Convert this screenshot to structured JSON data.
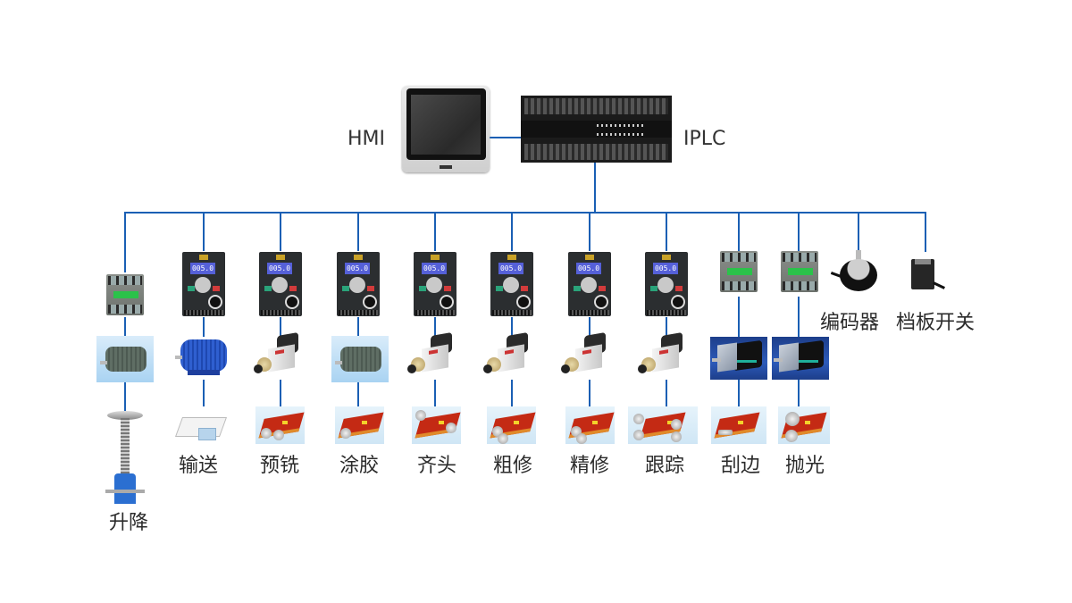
{
  "diagram": {
    "controllers": {
      "hmi_label": "HMI",
      "plc_label": "IPLC"
    },
    "vfd_display": "005.0",
    "drive_branches": [
      {
        "driver": "contactor",
        "actuator": "ac-motor-gray",
        "process": "lift-jack",
        "label": "升降"
      },
      {
        "driver": "inverter",
        "actuator": "ac-motor-blue",
        "process": "conveyor",
        "label": "输送"
      },
      {
        "driver": "inverter",
        "actuator": "spindle-motor",
        "process": "pre-milling",
        "label": "预铣"
      },
      {
        "driver": "inverter",
        "actuator": "ac-motor-gray",
        "process": "gluing",
        "label": "涂胶"
      },
      {
        "driver": "inverter",
        "actuator": "spindle-motor",
        "process": "end-trimming",
        "label": "齐头"
      },
      {
        "driver": "inverter",
        "actuator": "spindle-motor",
        "process": "rough-trimming",
        "label": "粗修"
      },
      {
        "driver": "inverter",
        "actuator": "spindle-motor",
        "process": "fine-trimming",
        "label": "精修"
      },
      {
        "driver": "inverter",
        "actuator": "spindle-motor",
        "process": "corner-rounding",
        "label": "跟踪"
      },
      {
        "driver": "contactor",
        "actuator": "servo-motor",
        "process": "scraping",
        "label": "刮边"
      },
      {
        "driver": "contactor",
        "actuator": "servo-motor",
        "process": "polishing",
        "label": "抛光"
      }
    ],
    "sensors": [
      {
        "type": "encoder",
        "label": "编码器"
      },
      {
        "type": "photo-switch",
        "label": "档板开关"
      }
    ],
    "colors": {
      "bus_line": "#1a5fb4",
      "text": "#2b2b2b"
    }
  }
}
